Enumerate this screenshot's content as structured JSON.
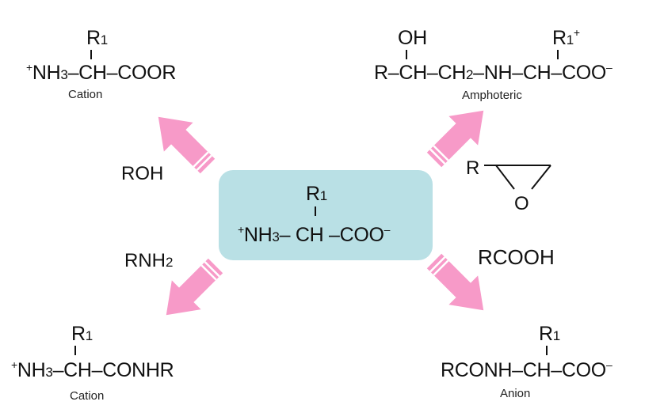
{
  "center": {
    "substituent": "R",
    "substituent_sub": "1",
    "amine_sup": "+",
    "amine": "NH",
    "amine_sub": "3",
    "bond1": "–",
    "ch": "CH",
    "carboxyl": "–COO",
    "carboxyl_sup": "–"
  },
  "products": {
    "top_left": {
      "substituent": "R",
      "substituent_sub": "1",
      "prefix_sup": "+",
      "prefix": "NH",
      "prefix_sub": "3",
      "rest": "–CH–COOR",
      "label": "Cation"
    },
    "top_right": {
      "oh": "OH",
      "substituent": "R",
      "substituent_sub": "1",
      "substituent_sup": "+",
      "chain_a": "R–CH–CH",
      "chain_a_sub": "2",
      "chain_b": "–NH–CH–COO",
      "chain_b_sup": "–",
      "label": "Amphoteric"
    },
    "bottom_left": {
      "substituent": "R",
      "substituent_sub": "1",
      "prefix_sup": "+",
      "prefix": "NH",
      "prefix_sub": "3",
      "rest": "–CH–CONHR",
      "label": "Cation"
    },
    "bottom_right": {
      "substituent": "R",
      "substituent_sub": "1",
      "formula": "RCONH–CH–COO",
      "formula_sup": "–",
      "label": "Anion"
    }
  },
  "reagents": {
    "alcohol": "ROH",
    "amine": "RNH",
    "amine_sub": "2",
    "epoxide_r": "R",
    "epoxide_o": "O",
    "acid": "RCOOH"
  },
  "colors": {
    "arrow": "#f79ac8",
    "center_box": "#b9e0e5",
    "text": "#111111"
  }
}
